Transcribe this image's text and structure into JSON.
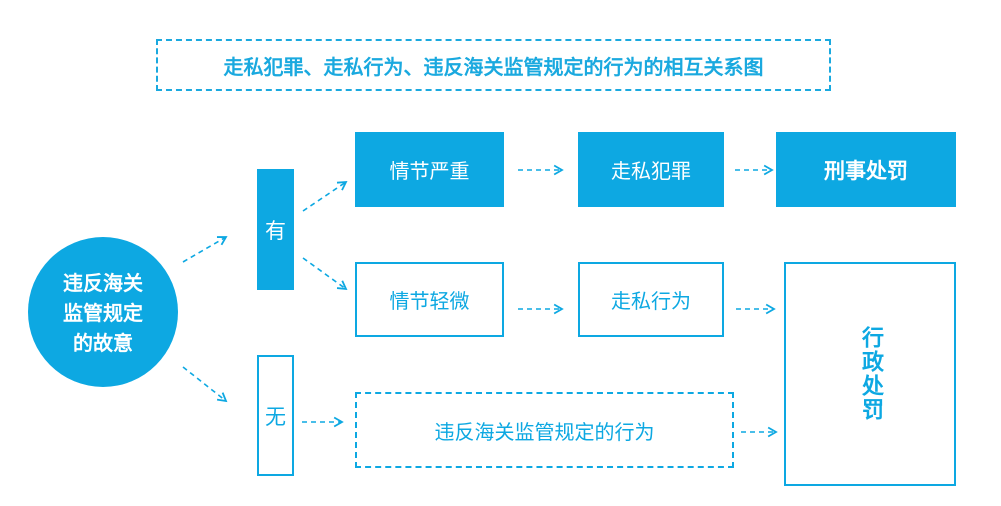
{
  "title": "走私犯罪、走私行为、违反海关监管规定的行为的相互关系图",
  "nodes": {
    "intent": "违反海关\n监管规定\n的故意",
    "yes": "有",
    "no": "无",
    "serious": "情节严重",
    "minor": "情节轻微",
    "smuggling_crime": "走私犯罪",
    "smuggling_act": "走私行为",
    "violation": "违反海关监管规定的行为",
    "criminal_penalty": "刑事处罚",
    "admin_penalty": "行政处罚"
  },
  "colors": {
    "accent": "#0da8e2",
    "title": "#1aa9df"
  },
  "edges": [
    [
      "intent",
      "yes"
    ],
    [
      "intent",
      "no"
    ],
    [
      "yes",
      "serious"
    ],
    [
      "yes",
      "minor"
    ],
    [
      "serious",
      "smuggling_crime"
    ],
    [
      "smuggling_crime",
      "criminal_penalty"
    ],
    [
      "minor",
      "smuggling_act"
    ],
    [
      "smuggling_act",
      "admin_penalty"
    ],
    [
      "no",
      "violation"
    ],
    [
      "violation",
      "admin_penalty"
    ]
  ]
}
